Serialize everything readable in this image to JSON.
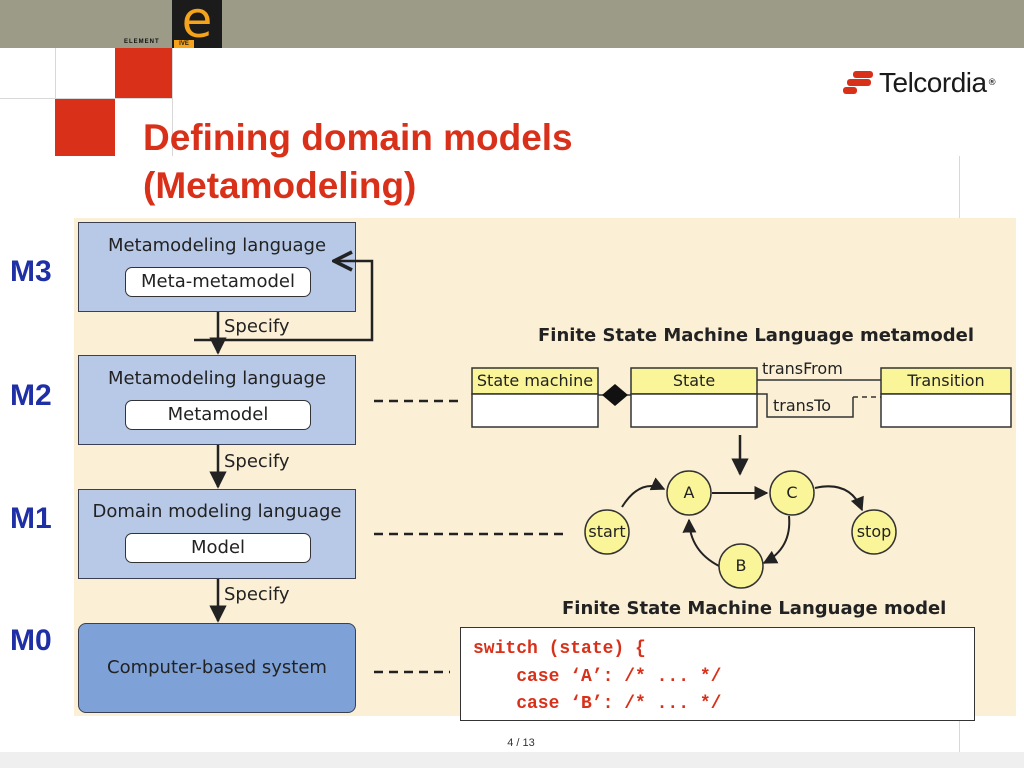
{
  "branding": {
    "element_word": "ELEMENT",
    "logo_letter": "e",
    "logo_tail": "IVE",
    "company": "Telcordia",
    "registered": "®"
  },
  "slide": {
    "title_line1": "Defining domain models",
    "title_line2": "(Metamodeling)"
  },
  "levels": {
    "m3": {
      "label": "M3",
      "title": "Metamodeling language",
      "inner": "Meta-metamodel"
    },
    "m2": {
      "label": "M2",
      "title": "Metamodeling language",
      "inner": "Metamodel"
    },
    "m1": {
      "label": "M1",
      "title": "Domain modeling language",
      "inner": "Model"
    },
    "m0": {
      "label": "M0",
      "title": "Computer-based system"
    },
    "specify_label": "Specify"
  },
  "metamodel": {
    "caption": "Finite State Machine Language metamodel",
    "classes": [
      "State machine",
      "State",
      "Transition"
    ],
    "trans_from": "transFrom",
    "trans_to": "transTo"
  },
  "fsm_model": {
    "caption": "Finite State Machine Language model",
    "states": [
      "start",
      "A",
      "C",
      "B",
      "stop"
    ]
  },
  "code": {
    "lines": [
      "switch (state) {",
      "    case ‘A’: /* ... */",
      "    case ‘B’: /* ... */"
    ]
  },
  "footer": {
    "page_indicator": "4 / 13"
  },
  "colors": {
    "accent": "#d9301a",
    "level_label": "#1f2fa6",
    "level_box": "#b8c9e8",
    "system_box": "#7ea2d8",
    "uml_header": "#fbf59a",
    "state_fill": "#fbf59a",
    "panel": "#fbefd6"
  }
}
